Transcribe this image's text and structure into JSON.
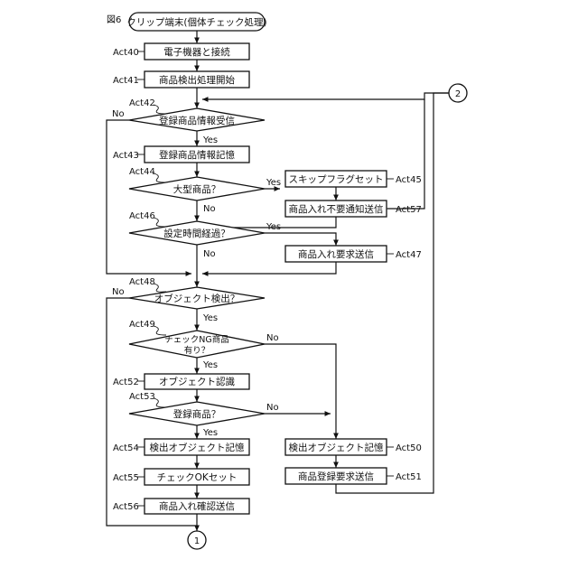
{
  "figure_label": "図6",
  "start_terminal": "クリップ端末(個体チェック処理)",
  "steps": {
    "act40": {
      "id": "Act40",
      "text": "電子機器と接続"
    },
    "act41": {
      "id": "Act41",
      "text": "商品検出処理開始"
    },
    "act42": {
      "id": "Act42",
      "text": "登録商品情報受信"
    },
    "act43": {
      "id": "Act43",
      "text": "登録商品情報記憶"
    },
    "act44": {
      "id": "Act44",
      "text": "大型商品？"
    },
    "act45": {
      "id": "Act45",
      "text": "スキップフラグセット"
    },
    "act57": {
      "id": "Act57",
      "text": "商品入れ不要通知送信"
    },
    "act46": {
      "id": "Act46",
      "text": "設定時間経過？"
    },
    "act47": {
      "id": "Act47",
      "text": "商品入れ要求送信"
    },
    "act48": {
      "id": "Act48",
      "text": "オブジェクト検出？"
    },
    "act49": {
      "id": "Act49",
      "text_line1": "チェックNG商品",
      "text_line2": "有り？"
    },
    "act52": {
      "id": "Act52",
      "text": "オブジェクト認識"
    },
    "act53": {
      "id": "Act53",
      "text": "登録商品？"
    },
    "act54": {
      "id": "Act54",
      "text": "検出オブジェクト記憶"
    },
    "act55": {
      "id": "Act55",
      "text": "チェックOKセット"
    },
    "act56": {
      "id": "Act56",
      "text": "商品入れ確認送信"
    },
    "act50": {
      "id": "Act50",
      "text": "検出オブジェクト記憶"
    },
    "act51": {
      "id": "Act51",
      "text": "商品登録要求送信"
    }
  },
  "branch_labels": {
    "yes": "Yes",
    "no": "No"
  },
  "connectors": {
    "c1": "1",
    "c2": "2"
  }
}
